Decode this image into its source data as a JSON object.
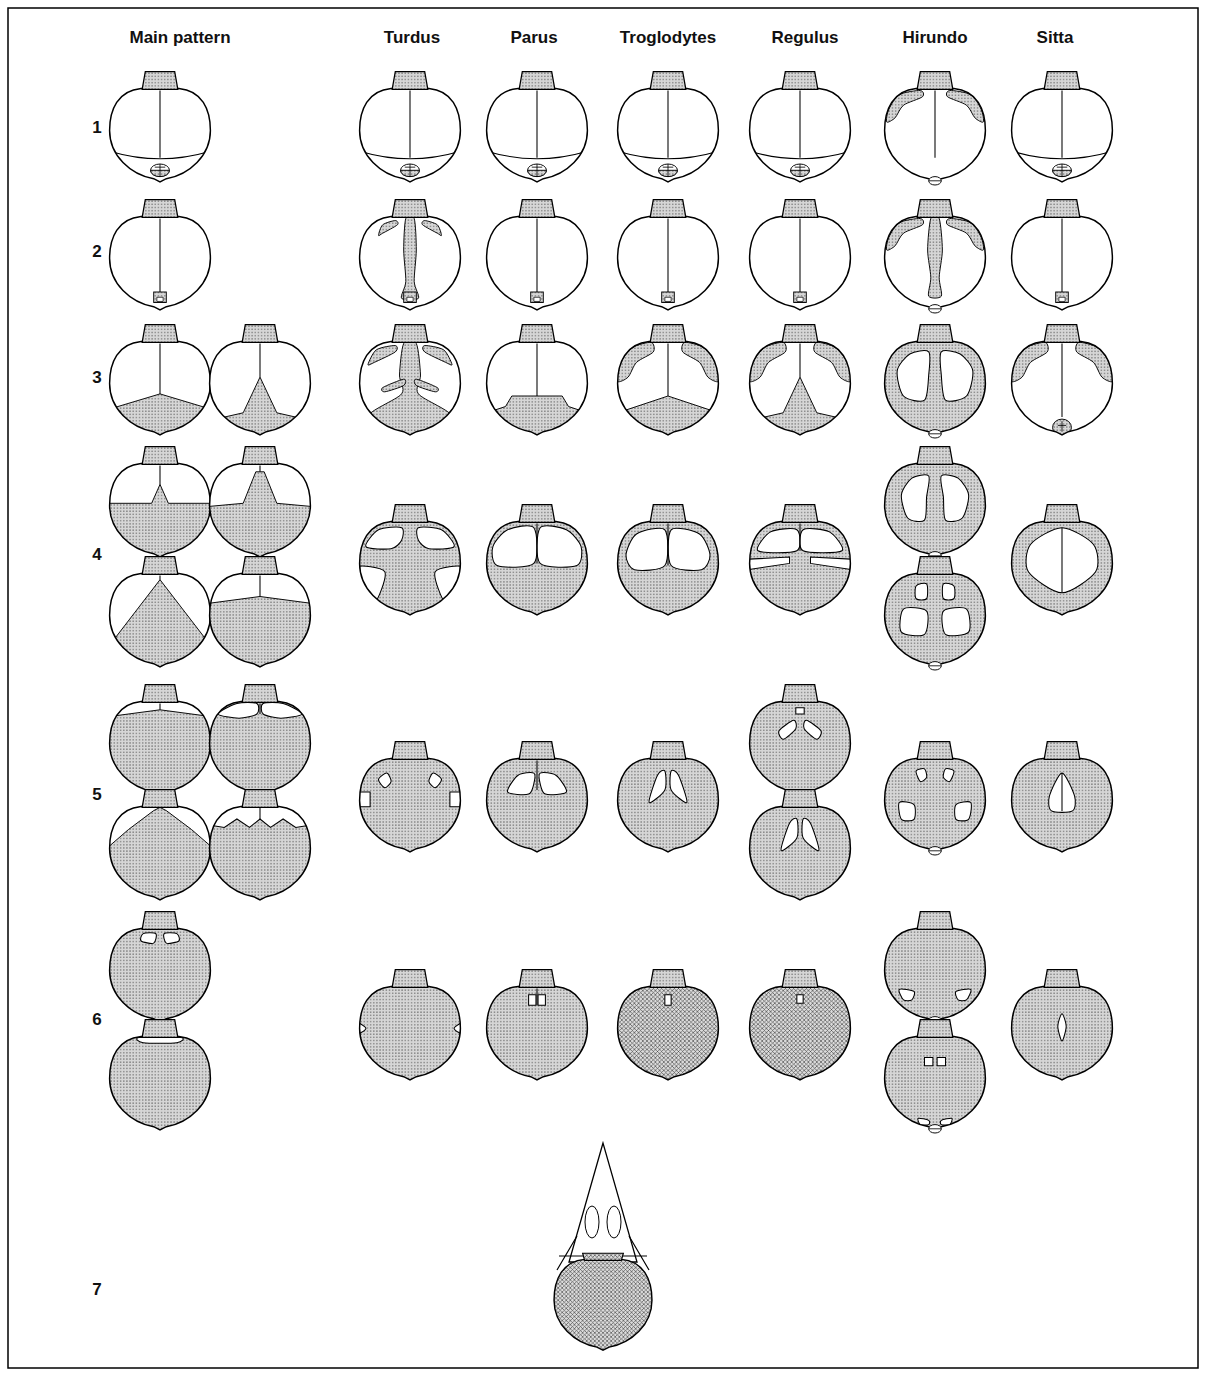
{
  "diagram": {
    "labels": [
      "Main pattern",
      "Turdus",
      "Parus",
      "Troglodytes",
      "Regulus",
      "Hirundo",
      "Sitta",
      "1",
      "2",
      "3",
      "4",
      "5",
      "6",
      "7"
    ]
  }
}
